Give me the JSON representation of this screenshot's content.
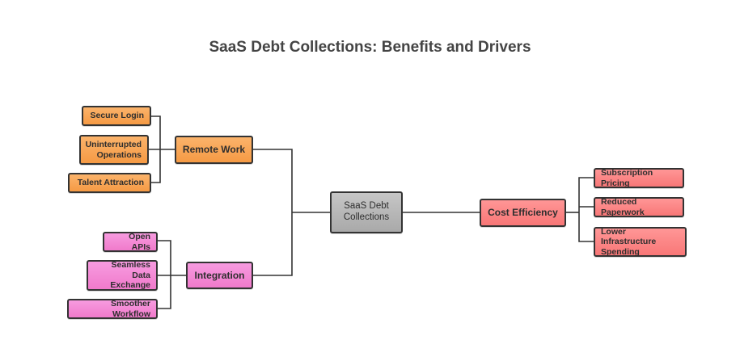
{
  "title": "SaaS Debt Collections: Benefits and Drivers",
  "center": {
    "label": "SaaS Debt Collections"
  },
  "left_branches": [
    {
      "label": "Remote Work",
      "color": "#f7a54f",
      "children": [
        "Secure Login",
        "Uninterrupted Operations",
        "Talent Attraction"
      ]
    },
    {
      "label": "Integration",
      "color": "#f28cd6",
      "children": [
        "Open APIs",
        "Seamless Data Exchange",
        "Smoother Workflow"
      ]
    }
  ],
  "right_branches": [
    {
      "label": "Cost Efficiency",
      "color": "#fb8383",
      "children": [
        "Subscription Pricing",
        "Reduced Paperwork",
        "Lower Infrastructure Spending"
      ]
    }
  ]
}
